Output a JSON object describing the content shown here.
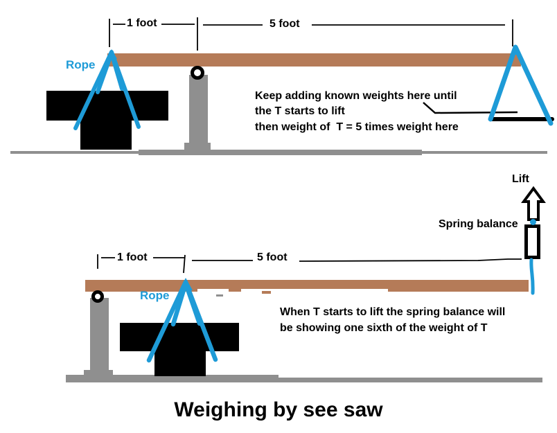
{
  "title": "Weighing by see saw",
  "colors": {
    "rope_blue": "#1E9BD7",
    "plank_brown": "#B57B58",
    "metal_gray": "#8F8F8F",
    "ink_black": "#000000"
  },
  "top_diagram": {
    "dim_short": "1 foot",
    "dim_long": "5 foot",
    "rope_label": "Rope",
    "note_line1": "Keep adding known weights here until",
    "note_line2": "the T starts to lift",
    "note_line3": "then weight of  T = 5 times weight here"
  },
  "bottom_diagram": {
    "dim_short": "1 foot",
    "dim_long": "5 foot",
    "rope_label": "Rope",
    "lift_label": "Lift",
    "spring_label": "Spring balance",
    "note_line1": "When T starts to lift the spring balance will",
    "note_line2": "be showing one sixth of the weight of T"
  }
}
